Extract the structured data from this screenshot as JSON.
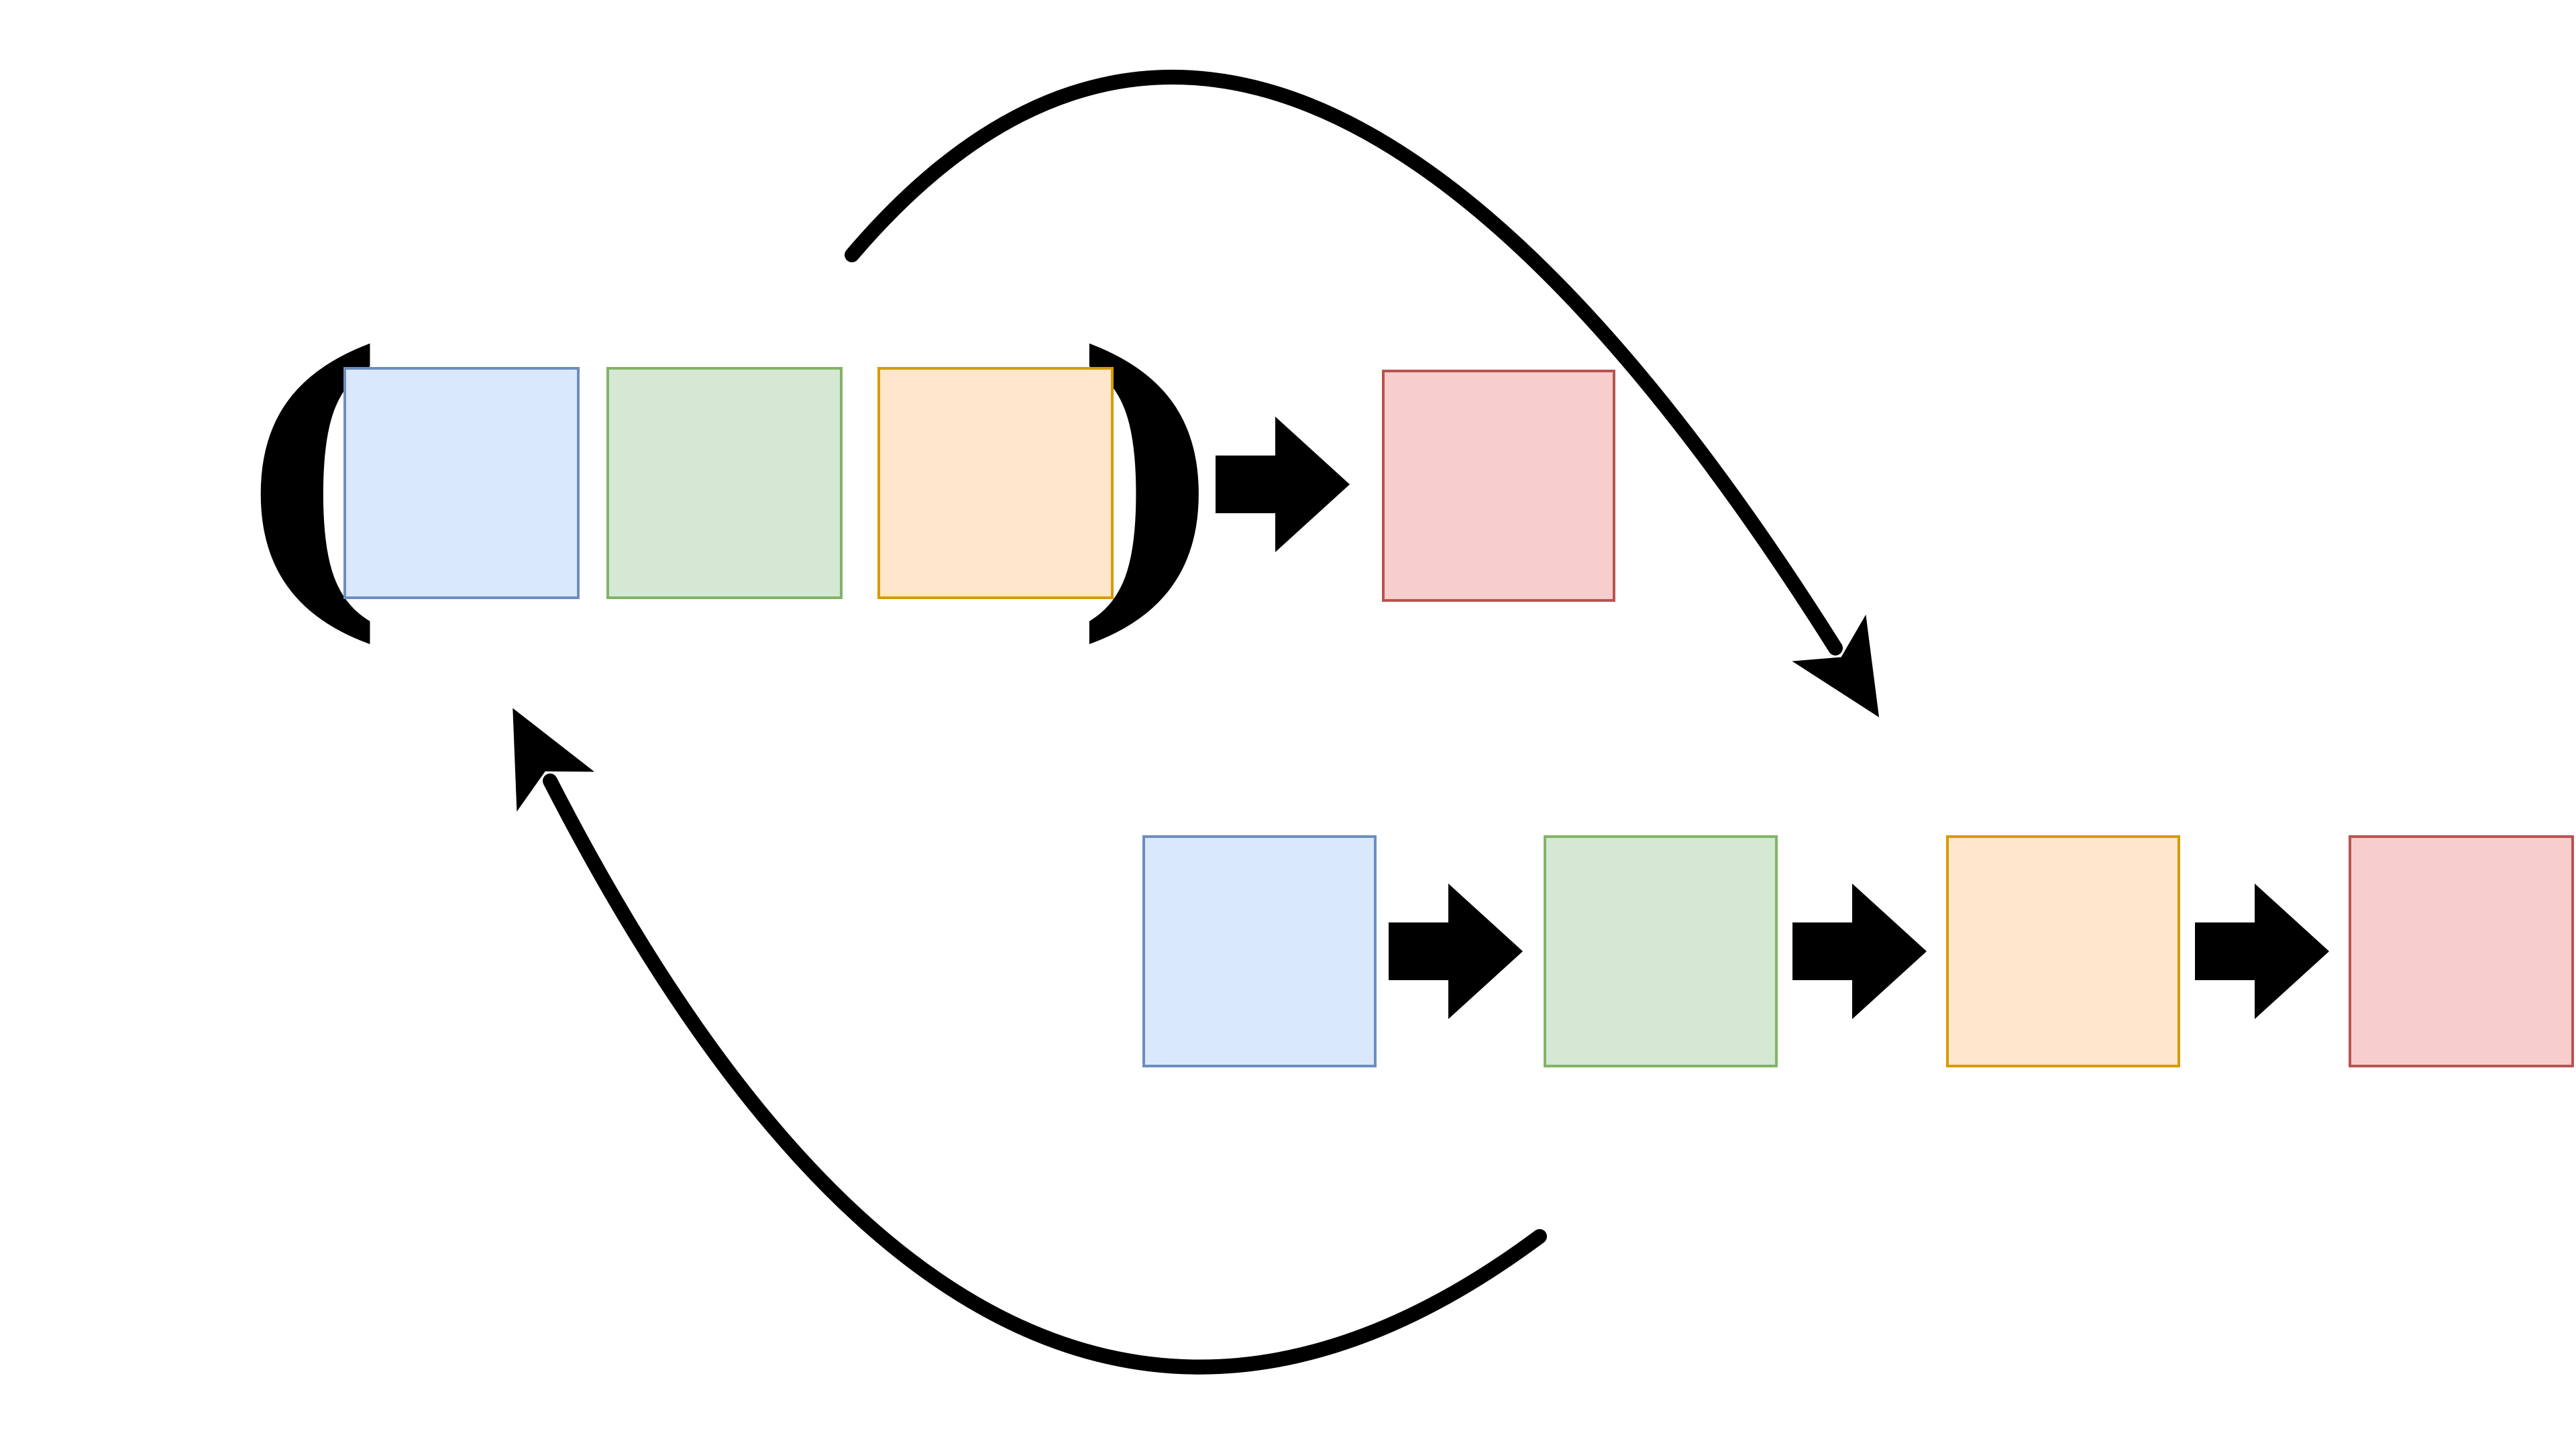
{
  "diagram": {
    "background_color": "#ffffff",
    "arrow_color": "#000000",
    "palette": {
      "blue": {
        "fill": "#dae8fc",
        "stroke": "#6c8ebf"
      },
      "green": {
        "fill": "#d5e8d4",
        "stroke": "#82b366"
      },
      "orange": {
        "fill": "#ffe6cc",
        "stroke": "#d79b00"
      },
      "red": {
        "fill": "#f8cecc",
        "stroke": "#b85450"
      }
    },
    "grouped_tuple": {
      "open_paren": "(",
      "close_paren": ")",
      "member_squares": [
        "blue",
        "green",
        "orange"
      ],
      "arrow": {
        "type": "block-arrow-right"
      },
      "result_square": "red"
    },
    "unrolled_sequence": {
      "member_squares": [
        "blue",
        "green",
        "orange",
        "red"
      ],
      "step_arrow": {
        "type": "block-arrow-right"
      }
    },
    "cycle_arrows": {
      "top": {
        "type": "curved-arrow",
        "from": "grouped-tuple",
        "to": "unrolled-sequence",
        "direction": "arcs-over-top-then-down"
      },
      "bottom": {
        "type": "curved-arrow",
        "from": "unrolled-sequence",
        "to": "grouped-tuple",
        "direction": "arcs-under-bottom-then-up"
      }
    }
  }
}
